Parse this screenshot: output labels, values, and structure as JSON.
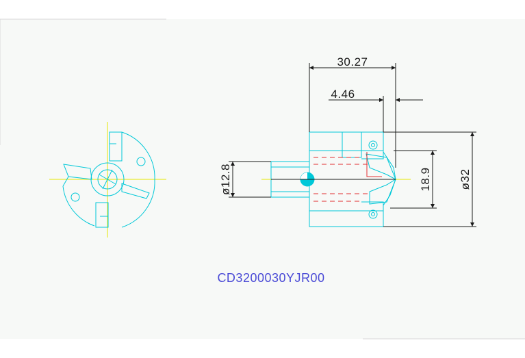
{
  "drawing": {
    "part_number": "CD3200030YJR00",
    "dimensions": {
      "overall_length": "30.27",
      "tip_length": "4.46",
      "shank_diameter": "ø12.8",
      "inner_height": "18.9",
      "body_diameter": "ø32"
    },
    "colors": {
      "background": "#f7f9f7",
      "geometry": "#00c8d8",
      "dimension": "#1a1a1a",
      "centerline": "#e6e600",
      "hidden_line": "#e03030",
      "part_label": "#4a4ad6"
    }
  }
}
